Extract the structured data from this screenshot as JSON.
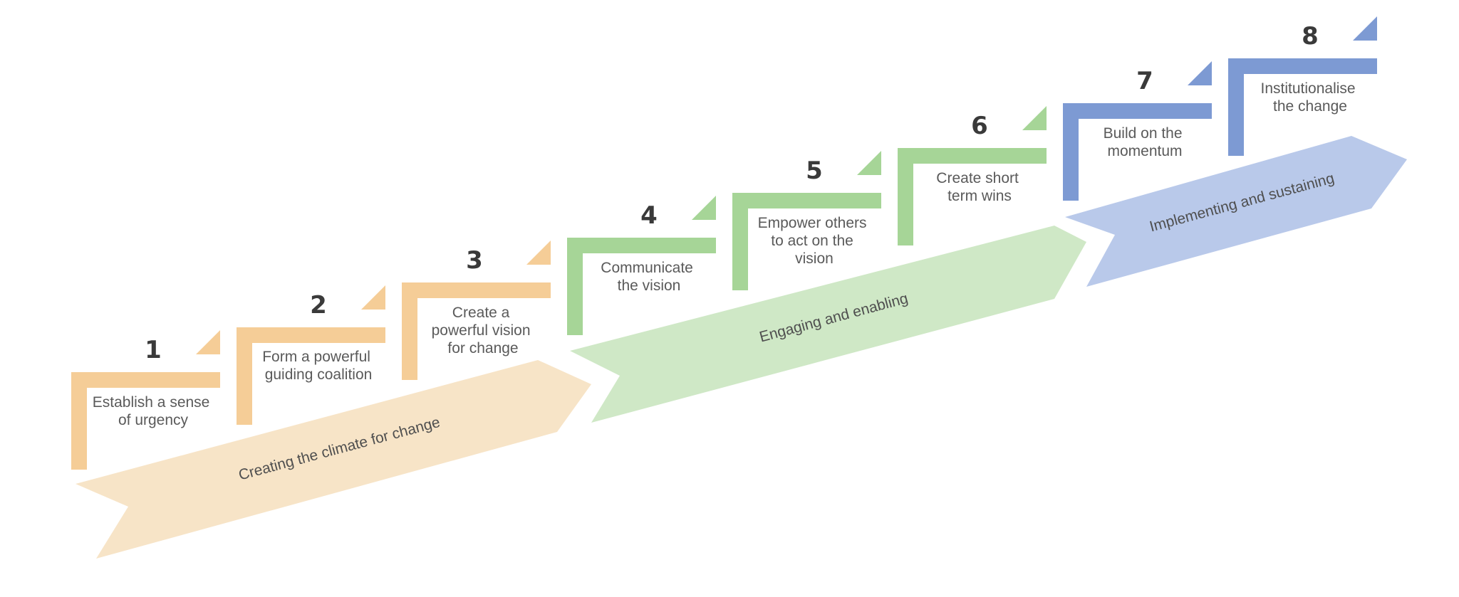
{
  "palette": {
    "orange": "#f5cd97",
    "orange_light": "#f7e4c7",
    "green": "#a6d597",
    "green_light": "#cfe8c6",
    "blue": "#7d9ad3",
    "blue_light": "#b9c9ea"
  },
  "steps": [
    {
      "number": "1",
      "lines": [
        "Establish a sense",
        "of urgency"
      ],
      "color": "orange"
    },
    {
      "number": "2",
      "lines": [
        "Form a powerful",
        "guiding coalition"
      ],
      "color": "orange"
    },
    {
      "number": "3",
      "lines": [
        "Create a",
        "powerful vision",
        "for change"
      ],
      "color": "orange"
    },
    {
      "number": "4",
      "lines": [
        "Communicate",
        "the vision"
      ],
      "color": "green"
    },
    {
      "number": "5",
      "lines": [
        "Empower others",
        "to act on the",
        "vision"
      ],
      "color": "green"
    },
    {
      "number": "6",
      "lines": [
        "Create short",
        "term wins"
      ],
      "color": "green"
    },
    {
      "number": "7",
      "lines": [
        "Build on the",
        "momentum"
      ],
      "color": "blue"
    },
    {
      "number": "8",
      "lines": [
        "Institutionalise",
        "the change"
      ],
      "color": "blue"
    }
  ],
  "phases": [
    {
      "label": "Creating the climate for change",
      "color": "orange_light"
    },
    {
      "label": "Engaging and enabling",
      "color": "green_light"
    },
    {
      "label": "Implementing and sustaining",
      "color": "blue_light"
    }
  ]
}
